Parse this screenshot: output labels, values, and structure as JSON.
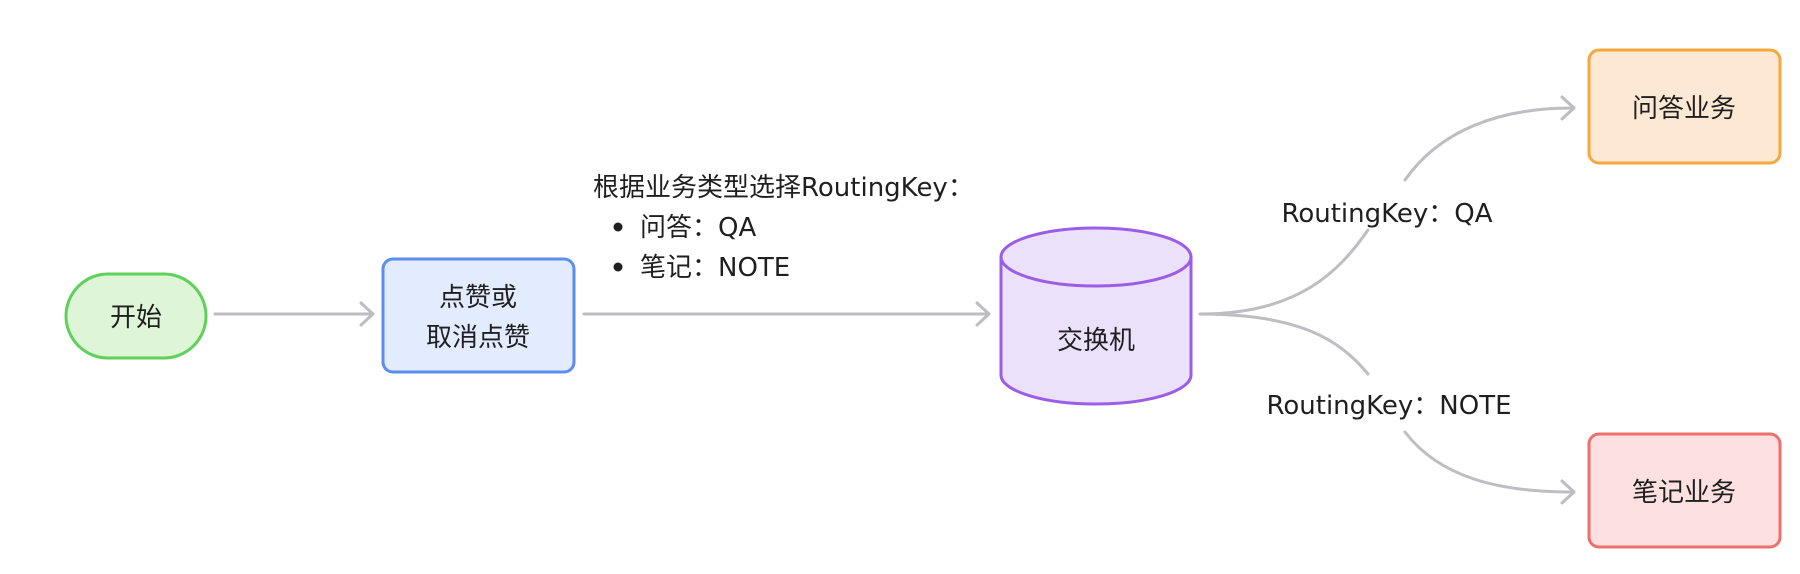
{
  "nodes": {
    "start": {
      "label": "开始",
      "fill": "#dff5d8",
      "stroke": "#5fd15a"
    },
    "like": {
      "line1": "点赞或",
      "line2": "取消点赞",
      "fill": "#e3ecff",
      "stroke": "#5b8def"
    },
    "exchange": {
      "label": "交换机",
      "fill": "#ece1fb",
      "stroke": "#9b5de5"
    },
    "qa_service": {
      "label": "问答业务",
      "fill": "#fde9d3",
      "stroke": "#f5a83d"
    },
    "note_service": {
      "label": "笔记业务",
      "fill": "#fde0e0",
      "stroke": "#ef6f6c"
    }
  },
  "edges": {
    "like_to_exchange": {
      "title": "根据业务类型选择RoutingKey：",
      "items": [
        "问答：QA",
        "笔记：NOTE"
      ]
    },
    "exchange_to_qa": {
      "label": "RoutingKey：QA"
    },
    "exchange_to_note": {
      "label": "RoutingKey：NOTE"
    }
  },
  "colors": {
    "edge": "#bdbdc2",
    "text": "#1f1f1f"
  }
}
